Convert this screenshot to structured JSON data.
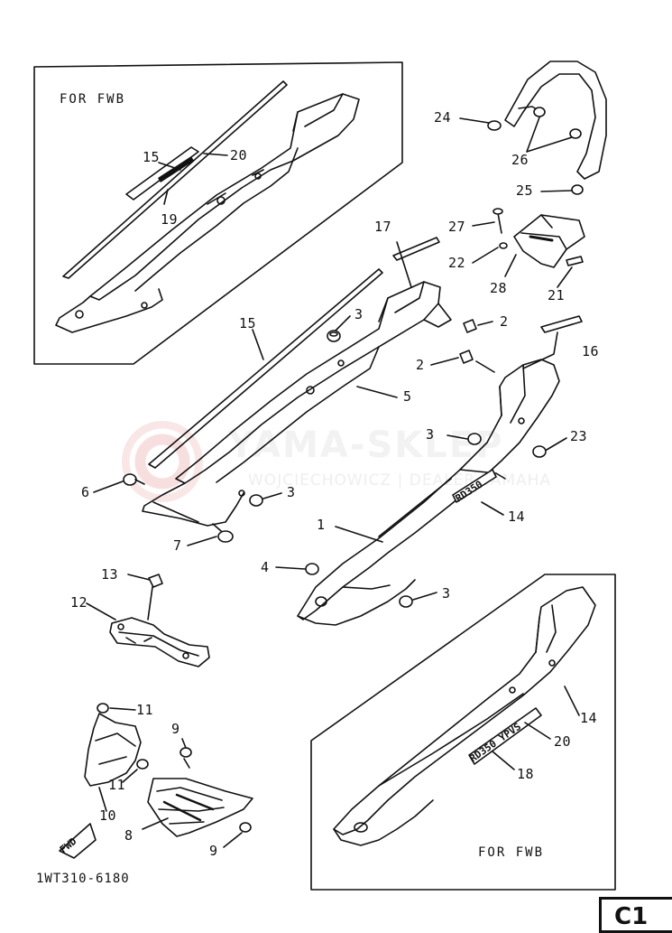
{
  "diagram": {
    "callouts": [
      {
        "id": "c15a",
        "text": "15"
      },
      {
        "id": "c20a",
        "text": "20"
      },
      {
        "id": "c19",
        "text": "19"
      },
      {
        "id": "c24",
        "text": "24"
      },
      {
        "id": "c26",
        "text": "26"
      },
      {
        "id": "c25",
        "text": "25"
      },
      {
        "id": "c27",
        "text": "27"
      },
      {
        "id": "c17",
        "text": "17"
      },
      {
        "id": "c22",
        "text": "22"
      },
      {
        "id": "c28",
        "text": "28"
      },
      {
        "id": "c21",
        "text": "21"
      },
      {
        "id": "c15b",
        "text": "15"
      },
      {
        "id": "c3a",
        "text": "3"
      },
      {
        "id": "c2a",
        "text": "2"
      },
      {
        "id": "c2b",
        "text": "2"
      },
      {
        "id": "c16",
        "text": "16"
      },
      {
        "id": "c5",
        "text": "5"
      },
      {
        "id": "c3b",
        "text": "3"
      },
      {
        "id": "c23",
        "text": "23"
      },
      {
        "id": "c6",
        "text": "6"
      },
      {
        "id": "c3c",
        "text": "3"
      },
      {
        "id": "c14a",
        "text": "14"
      },
      {
        "id": "c7",
        "text": "7"
      },
      {
        "id": "c1",
        "text": "1"
      },
      {
        "id": "c4",
        "text": "4"
      },
      {
        "id": "c3d",
        "text": "3"
      },
      {
        "id": "c13",
        "text": "13"
      },
      {
        "id": "c12",
        "text": "12"
      },
      {
        "id": "c11a",
        "text": "11"
      },
      {
        "id": "c9a",
        "text": "9"
      },
      {
        "id": "c11b",
        "text": "11"
      },
      {
        "id": "c10",
        "text": "10"
      },
      {
        "id": "c8",
        "text": "8"
      },
      {
        "id": "c9b",
        "text": "9"
      },
      {
        "id": "c14b",
        "text": "14"
      },
      {
        "id": "c20b",
        "text": "20"
      },
      {
        "id": "c18",
        "text": "18"
      }
    ],
    "inset_top_caption": "FOR  FWB",
    "inset_bottom_caption": "FOR  FWB",
    "drawing_code": "1WT310-6180",
    "page_tag": "C1",
    "watermark_title": "YAMA-SKLEP",
    "watermark_subtitle": "WOJCIECHOWICZ | DEALER YAMAHA",
    "cover_text_main": "RD350",
    "cover_text_inset": "RD350 YPVS",
    "fwd_mark": "FWD"
  }
}
